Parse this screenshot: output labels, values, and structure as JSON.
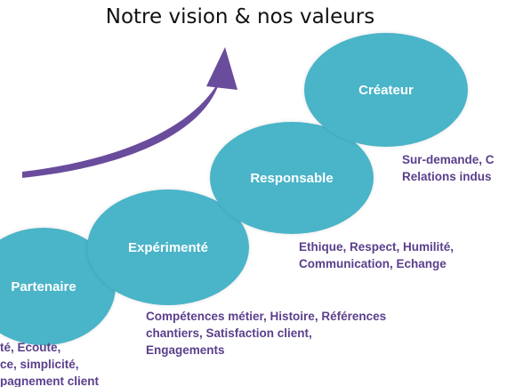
{
  "title": "Notre vision & nos valeurs",
  "colors": {
    "bubble": "#4ab4c8",
    "description_text": "#5b3f8c",
    "arrow": "#6a4c9c"
  },
  "stages": [
    {
      "label": "Partenaire",
      "description": [
        "té, Ecoute,",
        "ce, simplicité,",
        "pagnement client"
      ]
    },
    {
      "label": "Expérimenté",
      "description": [
        "Compétences métier, Histoire, Références",
        "chantiers, Satisfaction client,",
        "Engagements"
      ]
    },
    {
      "label": "Responsable",
      "description": [
        "Ethique, Respect, Humilité,",
        "Communication, Echange"
      ]
    },
    {
      "label": "Créateur",
      "description": [
        "Sur-demande, C",
        "Relations indus"
      ]
    }
  ]
}
